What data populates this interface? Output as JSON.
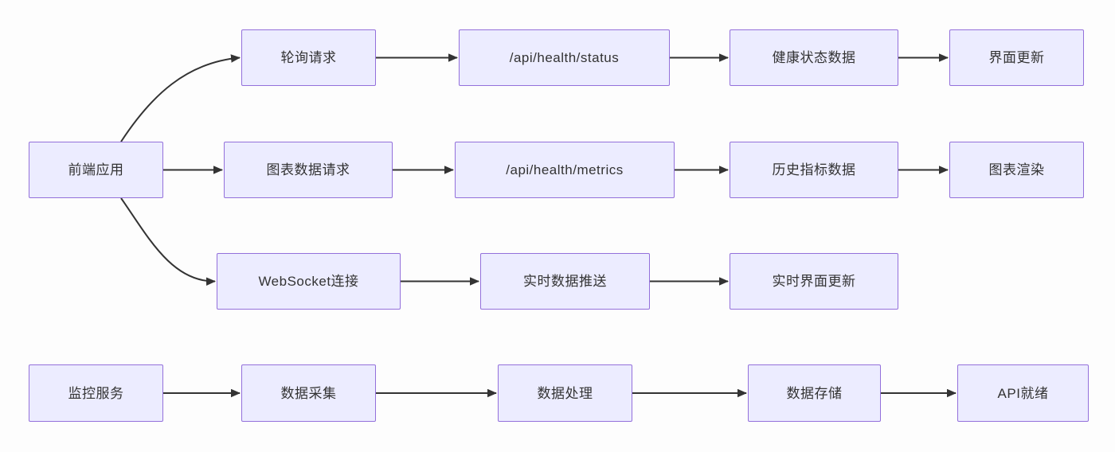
{
  "page": {
    "background": "#fdfdfd"
  },
  "diagram": {
    "type": "flowchart-LR",
    "node_fill": "#ECECFF",
    "node_border": "#9370DB",
    "text_color": "#333333",
    "edge_color": "#333333",
    "nodes": [
      {
        "id": "frontend-app",
        "label": "前端应用"
      },
      {
        "id": "polling-request",
        "label": "轮询请求"
      },
      {
        "id": "api-health-status",
        "label": "/api/health/status"
      },
      {
        "id": "health-status-data",
        "label": "健康状态数据"
      },
      {
        "id": "ui-update",
        "label": "界面更新"
      },
      {
        "id": "chart-data-request",
        "label": "图表数据请求"
      },
      {
        "id": "api-health-metrics",
        "label": "/api/health/metrics"
      },
      {
        "id": "history-metrics-data",
        "label": "历史指标数据"
      },
      {
        "id": "chart-render",
        "label": "图表渲染"
      },
      {
        "id": "websocket-connect",
        "label": "WebSocket连接"
      },
      {
        "id": "realtime-data-push",
        "label": "实时数据推送"
      },
      {
        "id": "realtime-ui-update",
        "label": "实时界面更新"
      },
      {
        "id": "monitor-service",
        "label": "监控服务"
      },
      {
        "id": "data-collect",
        "label": "数据采集"
      },
      {
        "id": "data-process",
        "label": "数据处理"
      },
      {
        "id": "data-store",
        "label": "数据存储"
      },
      {
        "id": "api-ready",
        "label": "API就绪"
      }
    ],
    "edges": [
      {
        "from": "frontend-app",
        "to": "polling-request"
      },
      {
        "from": "frontend-app",
        "to": "chart-data-request"
      },
      {
        "from": "frontend-app",
        "to": "websocket-connect"
      },
      {
        "from": "polling-request",
        "to": "api-health-status"
      },
      {
        "from": "api-health-status",
        "to": "health-status-data"
      },
      {
        "from": "health-status-data",
        "to": "ui-update"
      },
      {
        "from": "chart-data-request",
        "to": "api-health-metrics"
      },
      {
        "from": "api-health-metrics",
        "to": "history-metrics-data"
      },
      {
        "from": "history-metrics-data",
        "to": "chart-render"
      },
      {
        "from": "websocket-connect",
        "to": "realtime-data-push"
      },
      {
        "from": "realtime-data-push",
        "to": "realtime-ui-update"
      },
      {
        "from": "monitor-service",
        "to": "data-collect"
      },
      {
        "from": "data-collect",
        "to": "data-process"
      },
      {
        "from": "data-process",
        "to": "data-store"
      },
      {
        "from": "data-store",
        "to": "api-ready"
      }
    ]
  }
}
